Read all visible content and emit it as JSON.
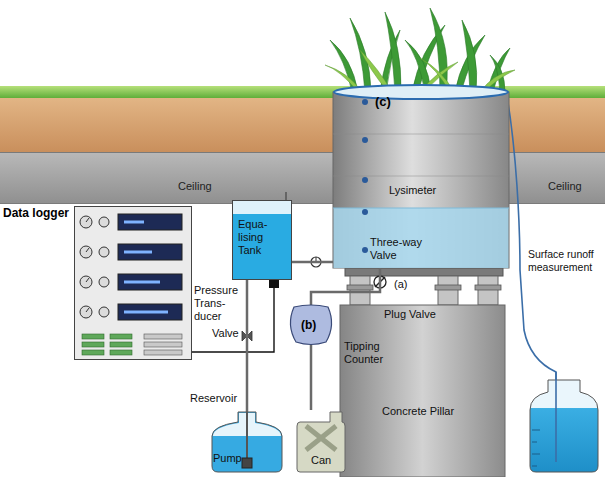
{
  "diagram": {
    "nodes": [
      {
        "text": [
          "Data logger"
        ]
      },
      {
        "text": [
          "(c)",
          "Lysimeter"
        ]
      },
      {
        "text": [
          "Equa-lising Tank"
        ]
      },
      {
        "text": [
          "(b)"
        ]
      },
      {
        "text": [
          "Concrete Pillar"
        ]
      },
      {
        "text": [
          "Reservoir"
        ]
      },
      {
        "text": [
          "Can"
        ]
      }
    ],
    "edges": [
      {
        "from": 2,
        "to": 0,
        "arrow": "none"
      },
      {
        "from": 2,
        "to": 1,
        "arrow": "none"
      },
      {
        "from": 2,
        "to": 5,
        "arrow": "none"
      },
      {
        "from": 1,
        "to": 3,
        "arrow": "none"
      },
      {
        "from": 3,
        "to": 6,
        "arrow": "none"
      }
    ],
    "labels": [
      "Ceiling",
      "Ceiling",
      "Three-way Valve",
      "Pressure Trans-ducer",
      "Valve",
      "(a)",
      "Plug Valve",
      "Tipping Counter",
      "Pump",
      "Surface runoff measurement"
    ]
  }
}
